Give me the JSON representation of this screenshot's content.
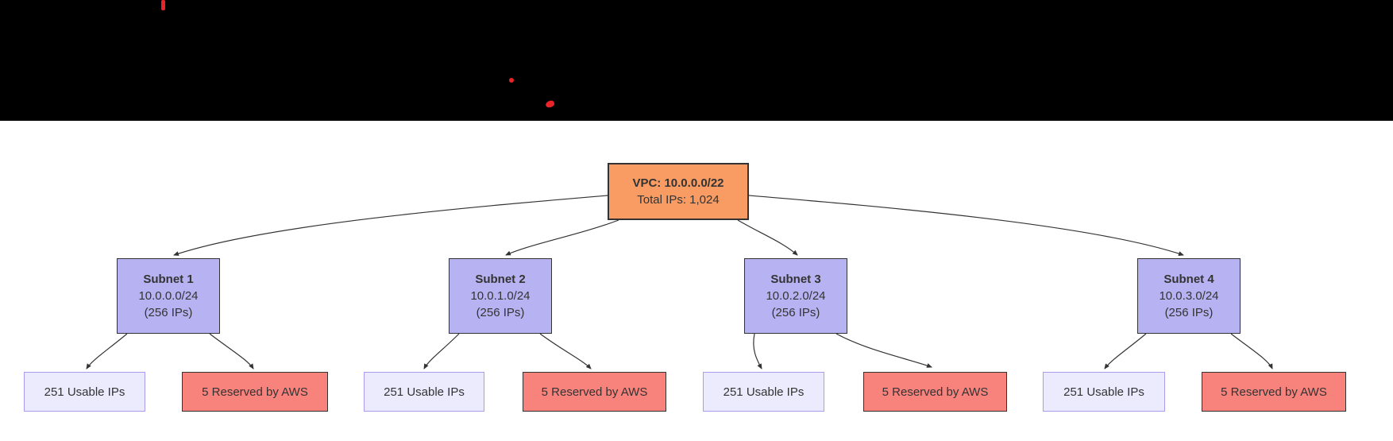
{
  "colors": {
    "background": "#ffffff",
    "top_bar": "#000000",
    "red_mark": "#e8242a",
    "vpc_fill": "#f89c63",
    "vpc_border": "#333333",
    "subnet_fill": "#b7b3f2",
    "subnet_border": "#333333",
    "usable_fill": "#eceafd",
    "usable_border": "#a89bf0",
    "reserved_fill": "#f8837d",
    "reserved_border": "#333333",
    "edge": "#333333",
    "text": "#333333"
  },
  "diagram": {
    "vpc": {
      "title": "VPC: 10.0.0.0/22",
      "subtitle": "Total IPs: 1,024"
    },
    "subnets": [
      {
        "name": "Subnet 1",
        "cidr": "10.0.0.0/24",
        "size": "(256 IPs)",
        "usable": "251 Usable IPs",
        "reserved": "5 Reserved by AWS"
      },
      {
        "name": "Subnet 2",
        "cidr": "10.0.1.0/24",
        "size": "(256 IPs)",
        "usable": "251 Usable IPs",
        "reserved": "5 Reserved by AWS"
      },
      {
        "name": "Subnet 3",
        "cidr": "10.0.2.0/24",
        "size": "(256 IPs)",
        "usable": "251 Usable IPs",
        "reserved": "5 Reserved by AWS"
      },
      {
        "name": "Subnet 4",
        "cidr": "10.0.3.0/24",
        "size": "(256 IPs)",
        "usable": "251 Usable IPs",
        "reserved": "5 Reserved by AWS"
      }
    ]
  }
}
